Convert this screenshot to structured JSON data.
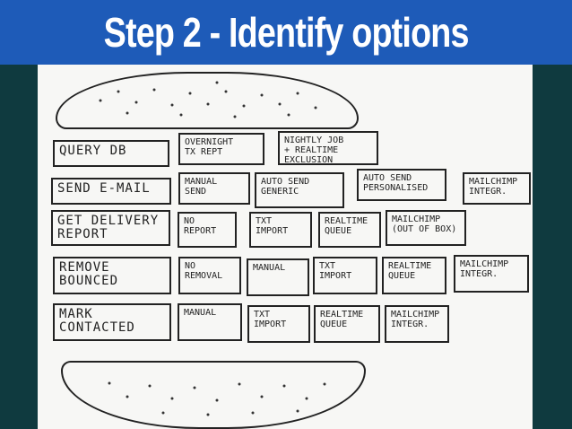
{
  "title": "Step 2 - Identify options",
  "rows": [
    {
      "step": "QUERY DB",
      "options": [
        "OVERNIGHT\nTX REPT",
        "NIGHTLY JOB\n+ REALTIME\nEXCLUSION"
      ]
    },
    {
      "step": "SEND E-MAIL",
      "options": [
        "MANUAL\nSEND",
        "AUTO SEND\nGENERIC",
        "AUTO SEND\nPERSONALISED",
        "MAILCHIMP\nINTEGR."
      ]
    },
    {
      "step": "GET DELIVERY\nREPORT",
      "options": [
        "NO\nREPORT",
        "TXT\nIMPORT",
        "REALTIME\nQUEUE",
        "MAILCHIMP\n(OUT OF BOX)"
      ]
    },
    {
      "step": "REMOVE\nBOUNCED",
      "options": [
        "NO\nREMOVAL",
        "MANUAL",
        "TXT\nIMPORT",
        "REALTIME\nQUEUE",
        "MAILCHIMP\nINTEGR."
      ]
    },
    {
      "step": "MARK\nCONTACTED",
      "options": [
        "MANUAL",
        "TXT\nIMPORT",
        "REALTIME\nQUEUE",
        "MAILCHIMP\nINTEGR."
      ]
    }
  ],
  "colors": {
    "title_bg": "#1e5bb8",
    "frame": "#0f3a3f",
    "board": "#f7f7f5",
    "ink": "#222222"
  }
}
